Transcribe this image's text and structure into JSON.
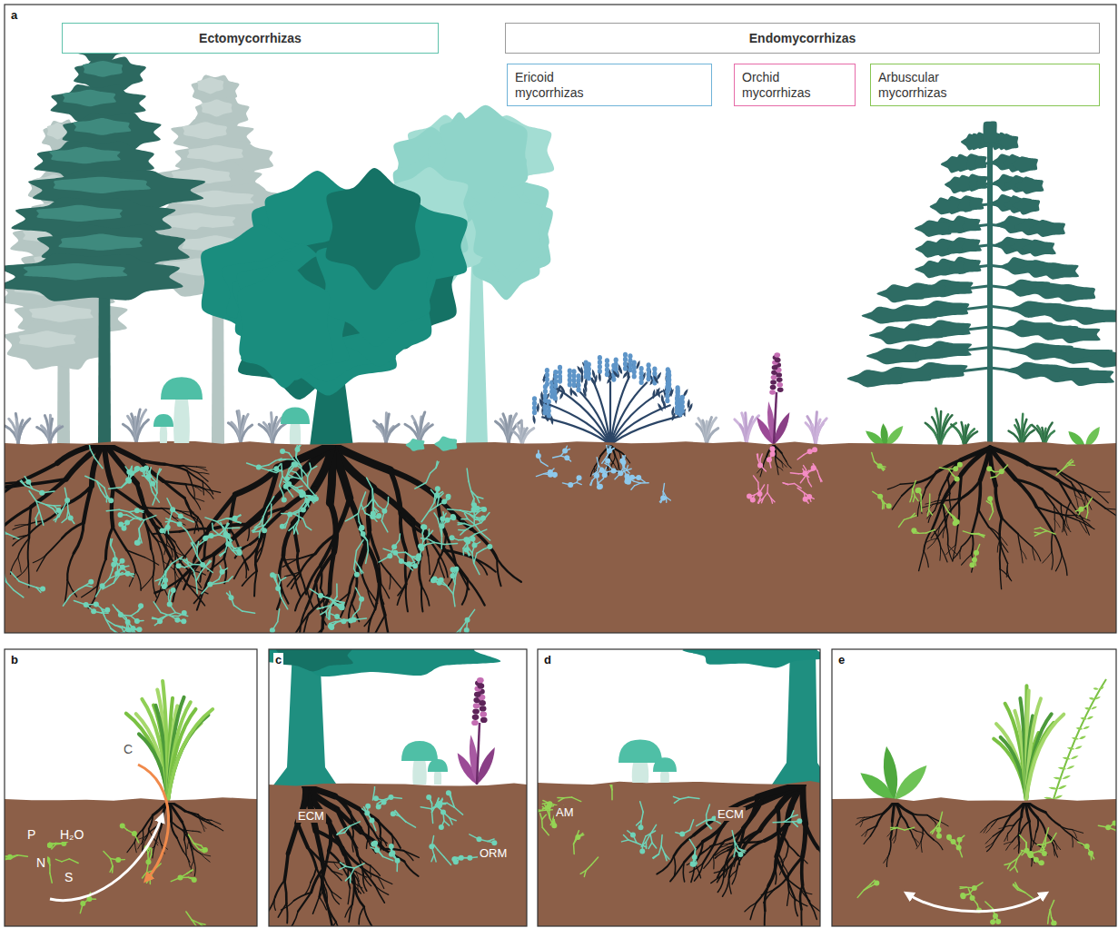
{
  "diagram": {
    "nodes": [
      {
        "text": [
          "Ectomycorrhizas"
        ]
      },
      {
        "text": [
          "Endomycorrhizas"
        ]
      },
      {
        "text": [
          "Ericoid mycorrhizas"
        ]
      },
      {
        "text": [
          "Orchid mycorrhizas"
        ]
      },
      {
        "text": [
          "Arbuscular mycorrhizas"
        ]
      }
    ],
    "labels": [
      "a",
      "b",
      "C",
      "P",
      "H₂O",
      "N",
      "S",
      "c",
      "ECM",
      "ORM",
      "d",
      "AM",
      "ECM",
      "e"
    ]
  }
}
